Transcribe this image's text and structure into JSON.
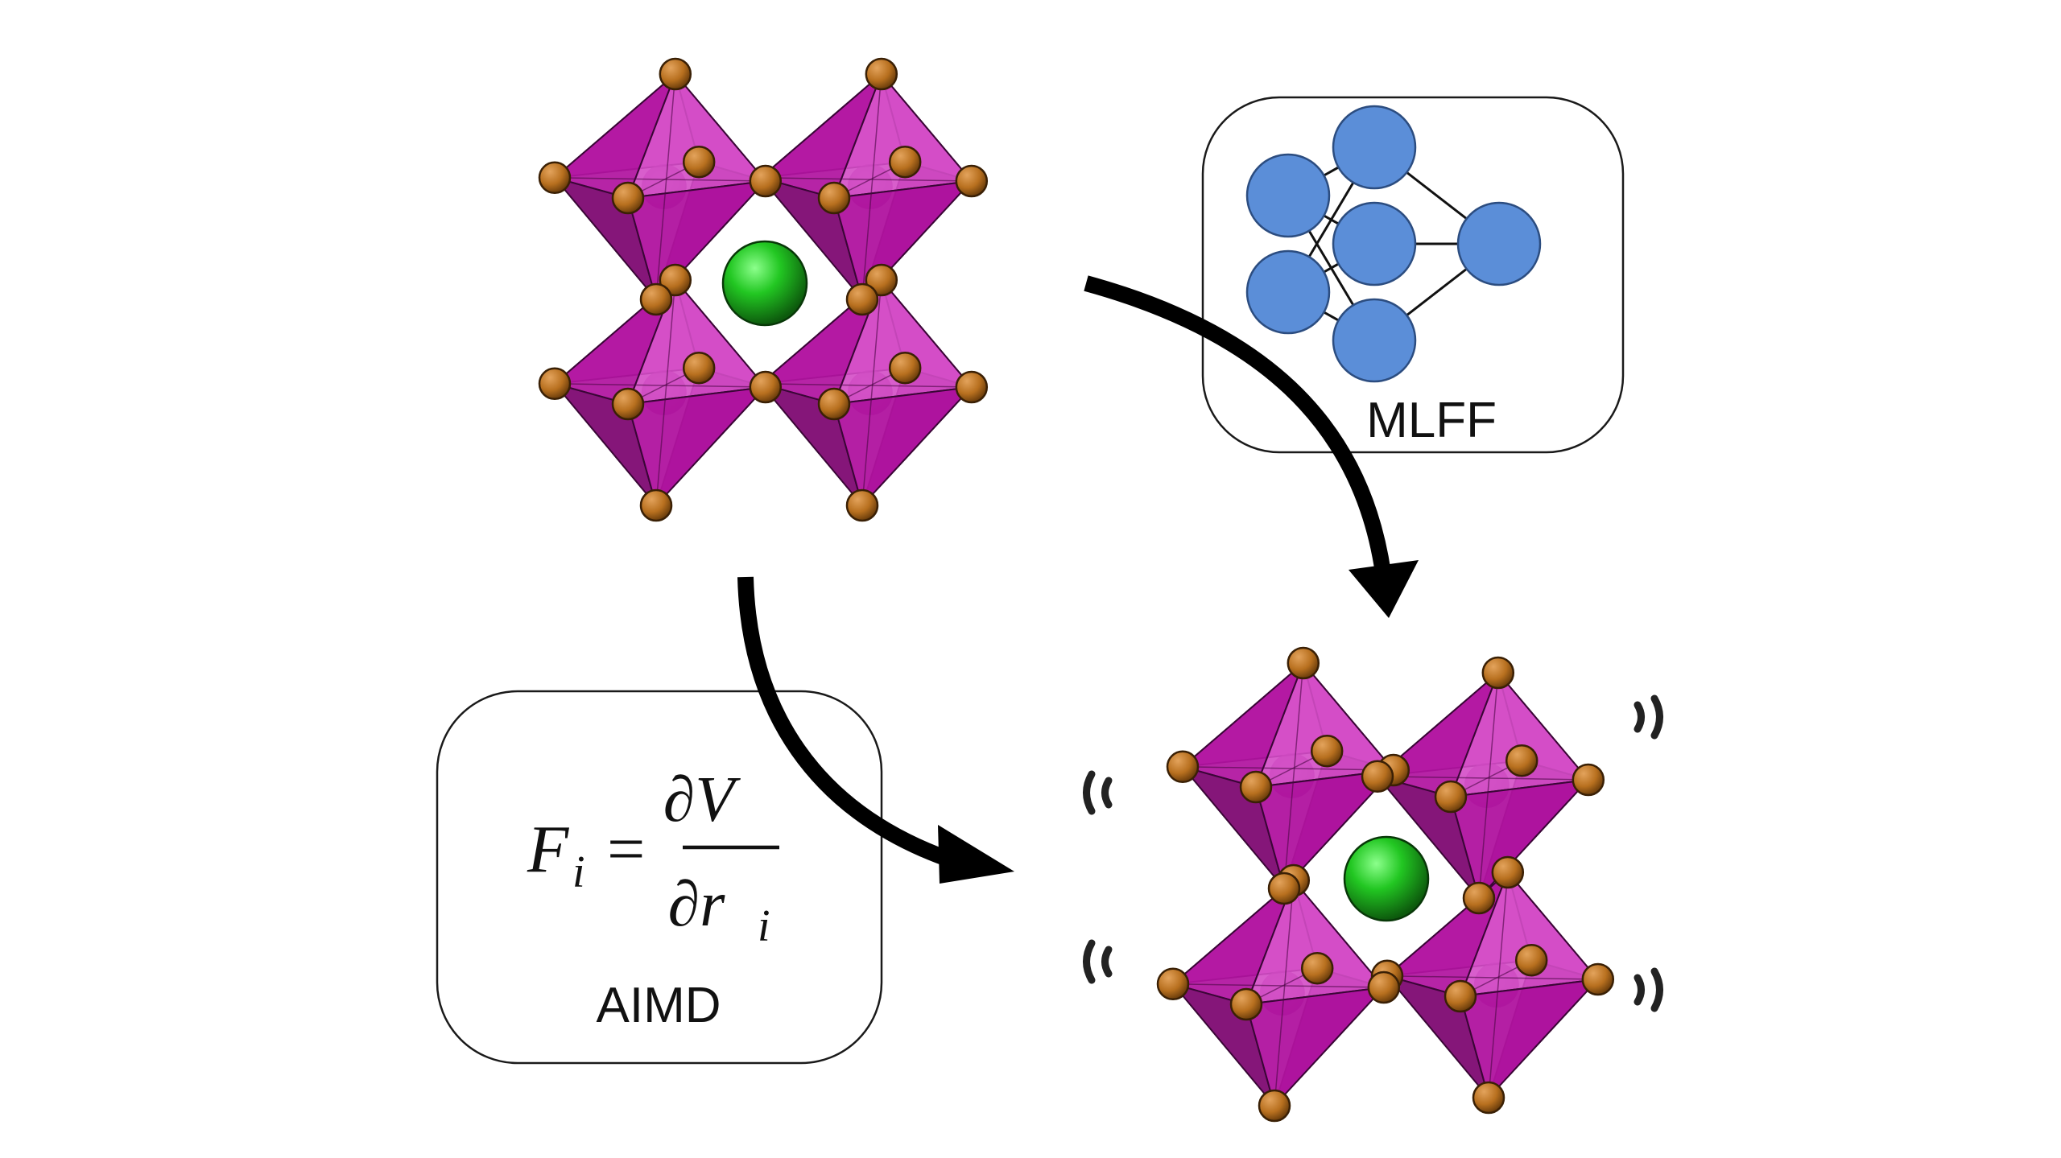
{
  "mlff_box": {
    "label": "MLFF"
  },
  "aimd_box": {
    "label": "AIMD",
    "equation": {
      "lhs": "F",
      "lhs_sub": "i",
      "equals": "=",
      "numerator": "∂V",
      "denominator": "∂r",
      "denominator_sub": "i"
    }
  },
  "colors": {
    "octahedron": "#b0139f",
    "octahedron_light": "#d44cc6",
    "octahedron_dark": "#7e0a72",
    "anion_atom": "#b8701f",
    "cation_atom": "#22c722",
    "neural_node": "#5b8ed8",
    "arrow": "#000000"
  },
  "icons": {
    "structures": "perovskite-octahedra",
    "network": "neural-network",
    "vibration": "vibration-marks"
  }
}
